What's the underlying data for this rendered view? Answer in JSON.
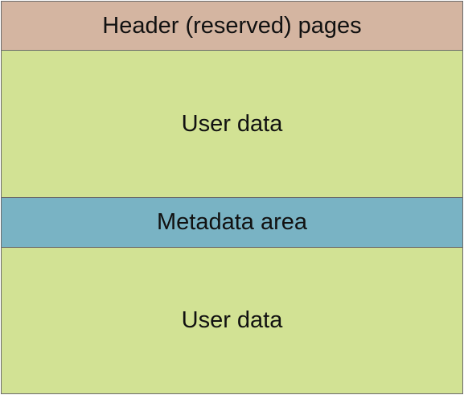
{
  "regions": {
    "header": {
      "label": "Header (reserved) pages",
      "color": "#d4b5a1"
    },
    "user_data_1": {
      "label": "User data",
      "color": "#d2e294"
    },
    "metadata": {
      "label": "Metadata area",
      "color": "#79b3c4"
    },
    "user_data_2": {
      "label": "User data",
      "color": "#d2e294"
    }
  }
}
